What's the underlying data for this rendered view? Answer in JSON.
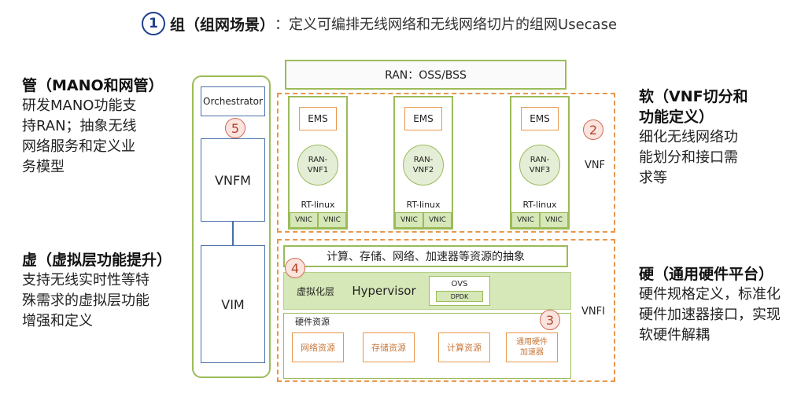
{
  "header": {
    "number": "1",
    "title_strong": "组（组网场景）",
    "title_rest": "：定义可编排无线网络和无线网络切片的组网Usecase"
  },
  "left": {
    "mano": {
      "head": "管（MANO和网管）",
      "body": [
        "研发MANO功能支",
        "持RAN；抽象无线",
        "网络服务和定义业",
        "务模型"
      ]
    },
    "virt": {
      "head": "虚（虚拟层功能提升）",
      "body": [
        "支持无线实时性等特",
        "殊需求的虚拟层功能",
        "增强和定义"
      ]
    }
  },
  "right": {
    "soft": {
      "head": [
        "软（VNF切分和",
        "功能定义）"
      ],
      "body": [
        "细化无线网络功",
        "能划分和接口需",
        "求等"
      ]
    },
    "hard": {
      "head": "硬（通用硬件平台）",
      "body": [
        "硬件规格定义，标准化",
        "硬件加速器接口，实现",
        "软硬件解耦"
      ]
    }
  },
  "diagram": {
    "orchestrator": "Orchestrator",
    "vnfm": "VNFM",
    "vim": "VIM",
    "ran_oss": "RAN：OSS/BSS",
    "vnf_label": "VNF",
    "vnfi_label": "VNFI",
    "vnfs": [
      {
        "ems": "EMS",
        "vnf": [
          "RAN-",
          "VNF1"
        ],
        "os": "RT-linux",
        "vnic": [
          "VNIC",
          "VNIC"
        ]
      },
      {
        "ems": "EMS",
        "vnf": [
          "RAN-",
          "VNF2"
        ],
        "os": "RT-linux",
        "vnic": [
          "VNIC",
          "VNIC"
        ]
      },
      {
        "ems": "EMS",
        "vnf": [
          "RAN-",
          "VNF3"
        ],
        "os": "RT-linux",
        "vnic": [
          "VNIC",
          "VNIC"
        ]
      }
    ],
    "abstraction": "计算、存储、网络、加速器等资源的抽象",
    "virt_layer": "虚拟化层",
    "hypervisor": "Hypervisor",
    "ovs": "OVS",
    "dpdk": "DPDK",
    "hw_title": "硬件资源",
    "hw_items": [
      "网络资源",
      "存储资源",
      "计算资源",
      [
        "通用硬件",
        "加速器"
      ]
    ],
    "markers": [
      "2",
      "3",
      "4",
      "5"
    ]
  },
  "colors": {
    "dashed_orange": "#e8974a",
    "green_border": "#9bbb59",
    "green_fill": "#d6e7b8",
    "blue_border": "#4a6fa5",
    "marker_fill": "#fbe3de",
    "marker_text": "#b4442c"
  }
}
